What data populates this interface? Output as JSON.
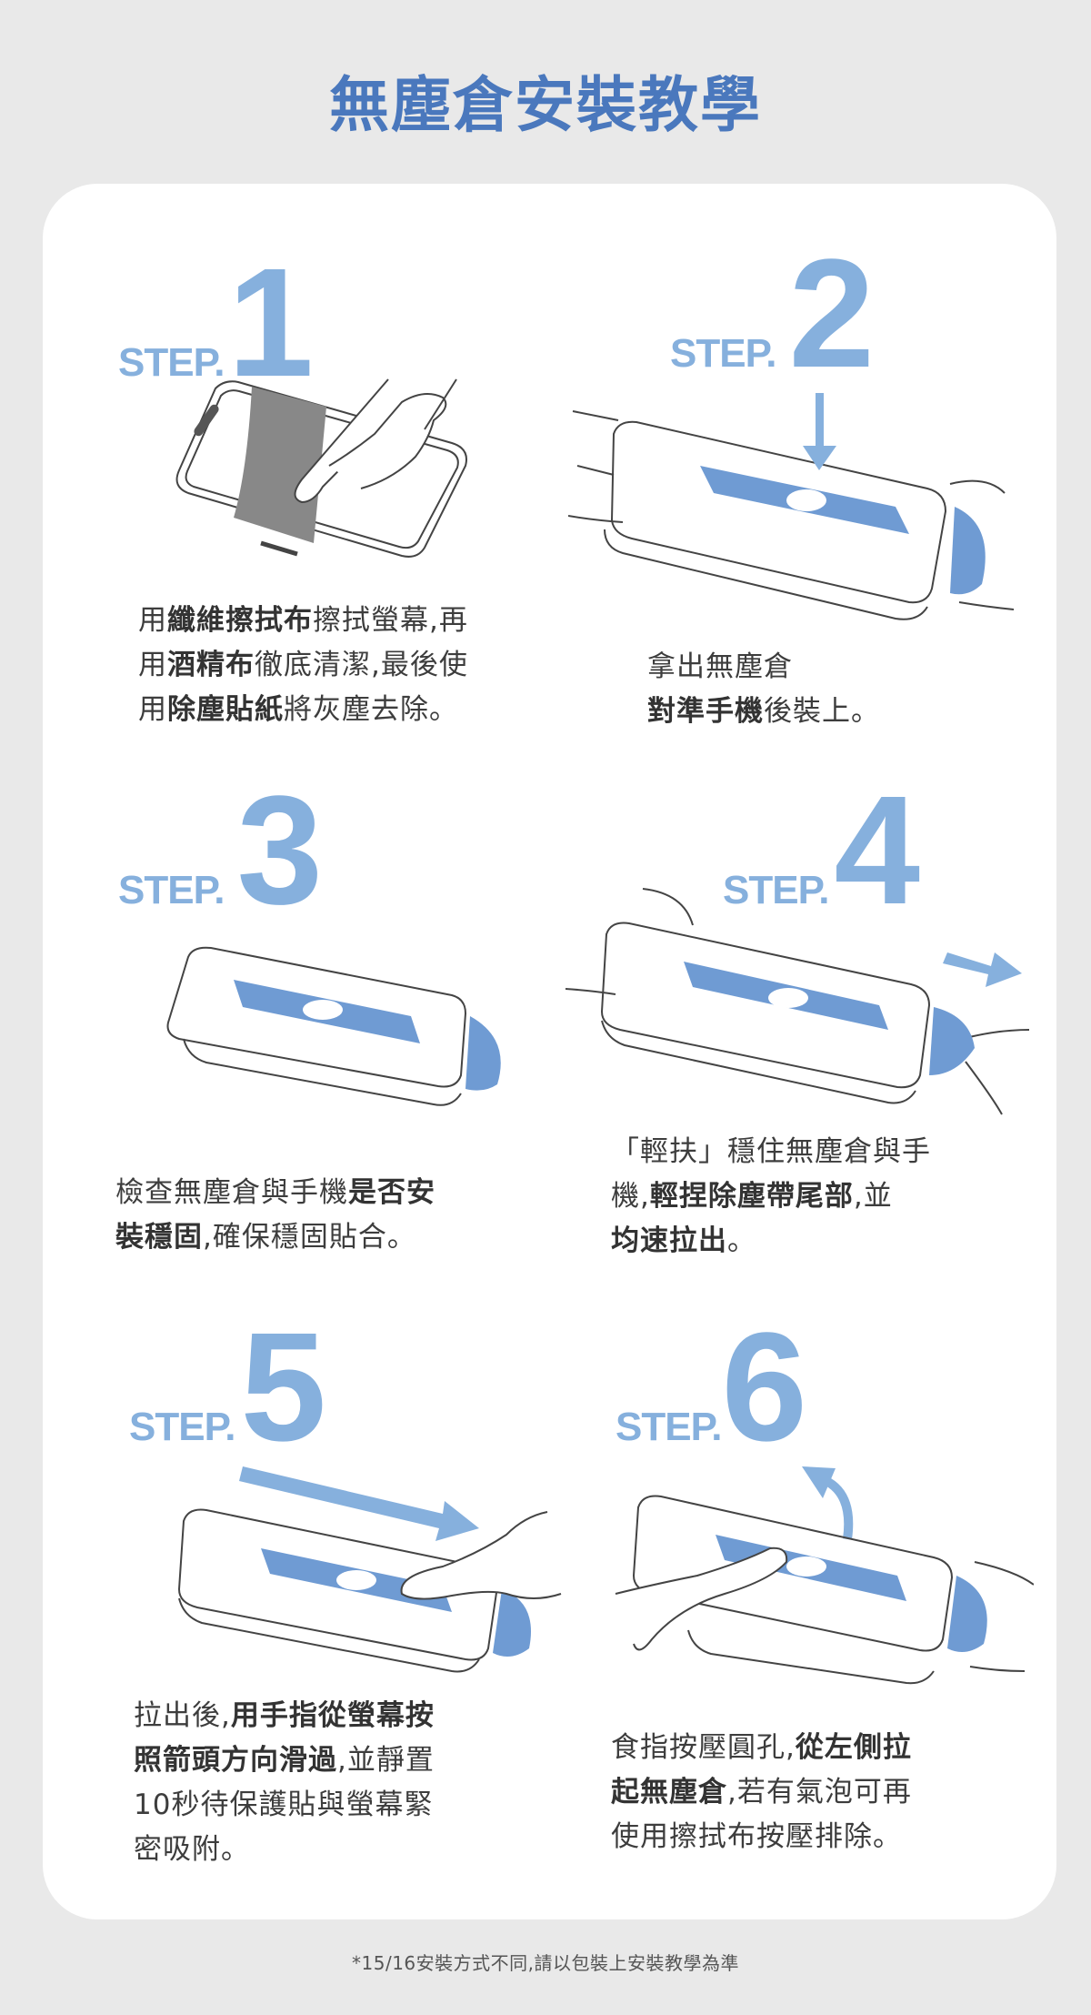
{
  "page": {
    "title": "無塵倉安裝教學",
    "footnote": "*15/16安裝方式不同,請以包裝上安裝教學為準",
    "colors": {
      "background": "#e9e9e9",
      "card": "#ffffff",
      "title": "#4a78bd",
      "step_accent": "#86b0dd",
      "body_text": "#3d3d3d",
      "tray_blue": "#6f9bd3"
    }
  },
  "steps": [
    {
      "word": "STEP.",
      "number": "1",
      "illustration": "phone-wiping-cloth-illustration",
      "description": [
        [
          {
            "t": "用",
            "b": false
          },
          {
            "t": "纖維擦拭布",
            "b": true
          },
          {
            "t": "擦拭螢幕,再",
            "b": false
          }
        ],
        [
          {
            "t": "用",
            "b": false
          },
          {
            "t": "酒精布",
            "b": true
          },
          {
            "t": "徹底清潔,最後使",
            "b": false
          }
        ],
        [
          {
            "t": "用",
            "b": false
          },
          {
            "t": "除塵貼紙",
            "b": true
          },
          {
            "t": "將灰塵去除。",
            "b": false
          }
        ]
      ]
    },
    {
      "word": "STEP.",
      "number": "2",
      "illustration": "align-tray-on-phone-illustration",
      "description": [
        [
          {
            "t": "拿出無塵倉",
            "b": false
          }
        ],
        [
          {
            "t": "對準手機",
            "b": true
          },
          {
            "t": "後裝上。",
            "b": false
          }
        ]
      ]
    },
    {
      "word": "STEP.",
      "number": "3",
      "illustration": "tray-installed-illustration",
      "description": [
        [
          {
            "t": "檢查無塵倉與手機",
            "b": false
          },
          {
            "t": "是否安",
            "b": true
          }
        ],
        [
          {
            "t": "裝穩固",
            "b": true
          },
          {
            "t": ",確保穩固貼合。",
            "b": false
          }
        ]
      ]
    },
    {
      "word": "STEP.",
      "number": "4",
      "illustration": "pull-dust-strip-illustration",
      "description": [
        [
          {
            "t": "「輕扶」穩住無塵倉與手",
            "b": false
          }
        ],
        [
          {
            "t": "機,",
            "b": false
          },
          {
            "t": "輕捏除塵帶尾部",
            "b": true
          },
          {
            "t": ",並",
            "b": false
          }
        ],
        [
          {
            "t": "均速拉出",
            "b": true
          },
          {
            "t": "。",
            "b": false
          }
        ]
      ]
    },
    {
      "word": "STEP.",
      "number": "5",
      "illustration": "finger-swipe-illustration",
      "description": [
        [
          {
            "t": "拉出後,",
            "b": false
          },
          {
            "t": "用手指從螢幕按",
            "b": true
          }
        ],
        [
          {
            "t": "照箭頭方向滑過",
            "b": true
          },
          {
            "t": ",並靜置",
            "b": false
          }
        ],
        [
          {
            "t": "10秒待保護貼與螢幕緊",
            "b": false
          }
        ],
        [
          {
            "t": "密吸附。",
            "b": false
          }
        ]
      ]
    },
    {
      "word": "STEP.",
      "number": "6",
      "illustration": "lift-tray-illustration",
      "description": [
        [
          {
            "t": "食指按壓圓孔,",
            "b": false
          },
          {
            "t": "從左側拉",
            "b": true
          }
        ],
        [
          {
            "t": "起無塵倉",
            "b": true
          },
          {
            "t": ",若有氣泡可再",
            "b": false
          }
        ],
        [
          {
            "t": "使用擦拭布按壓排除。",
            "b": false
          }
        ]
      ]
    }
  ]
}
